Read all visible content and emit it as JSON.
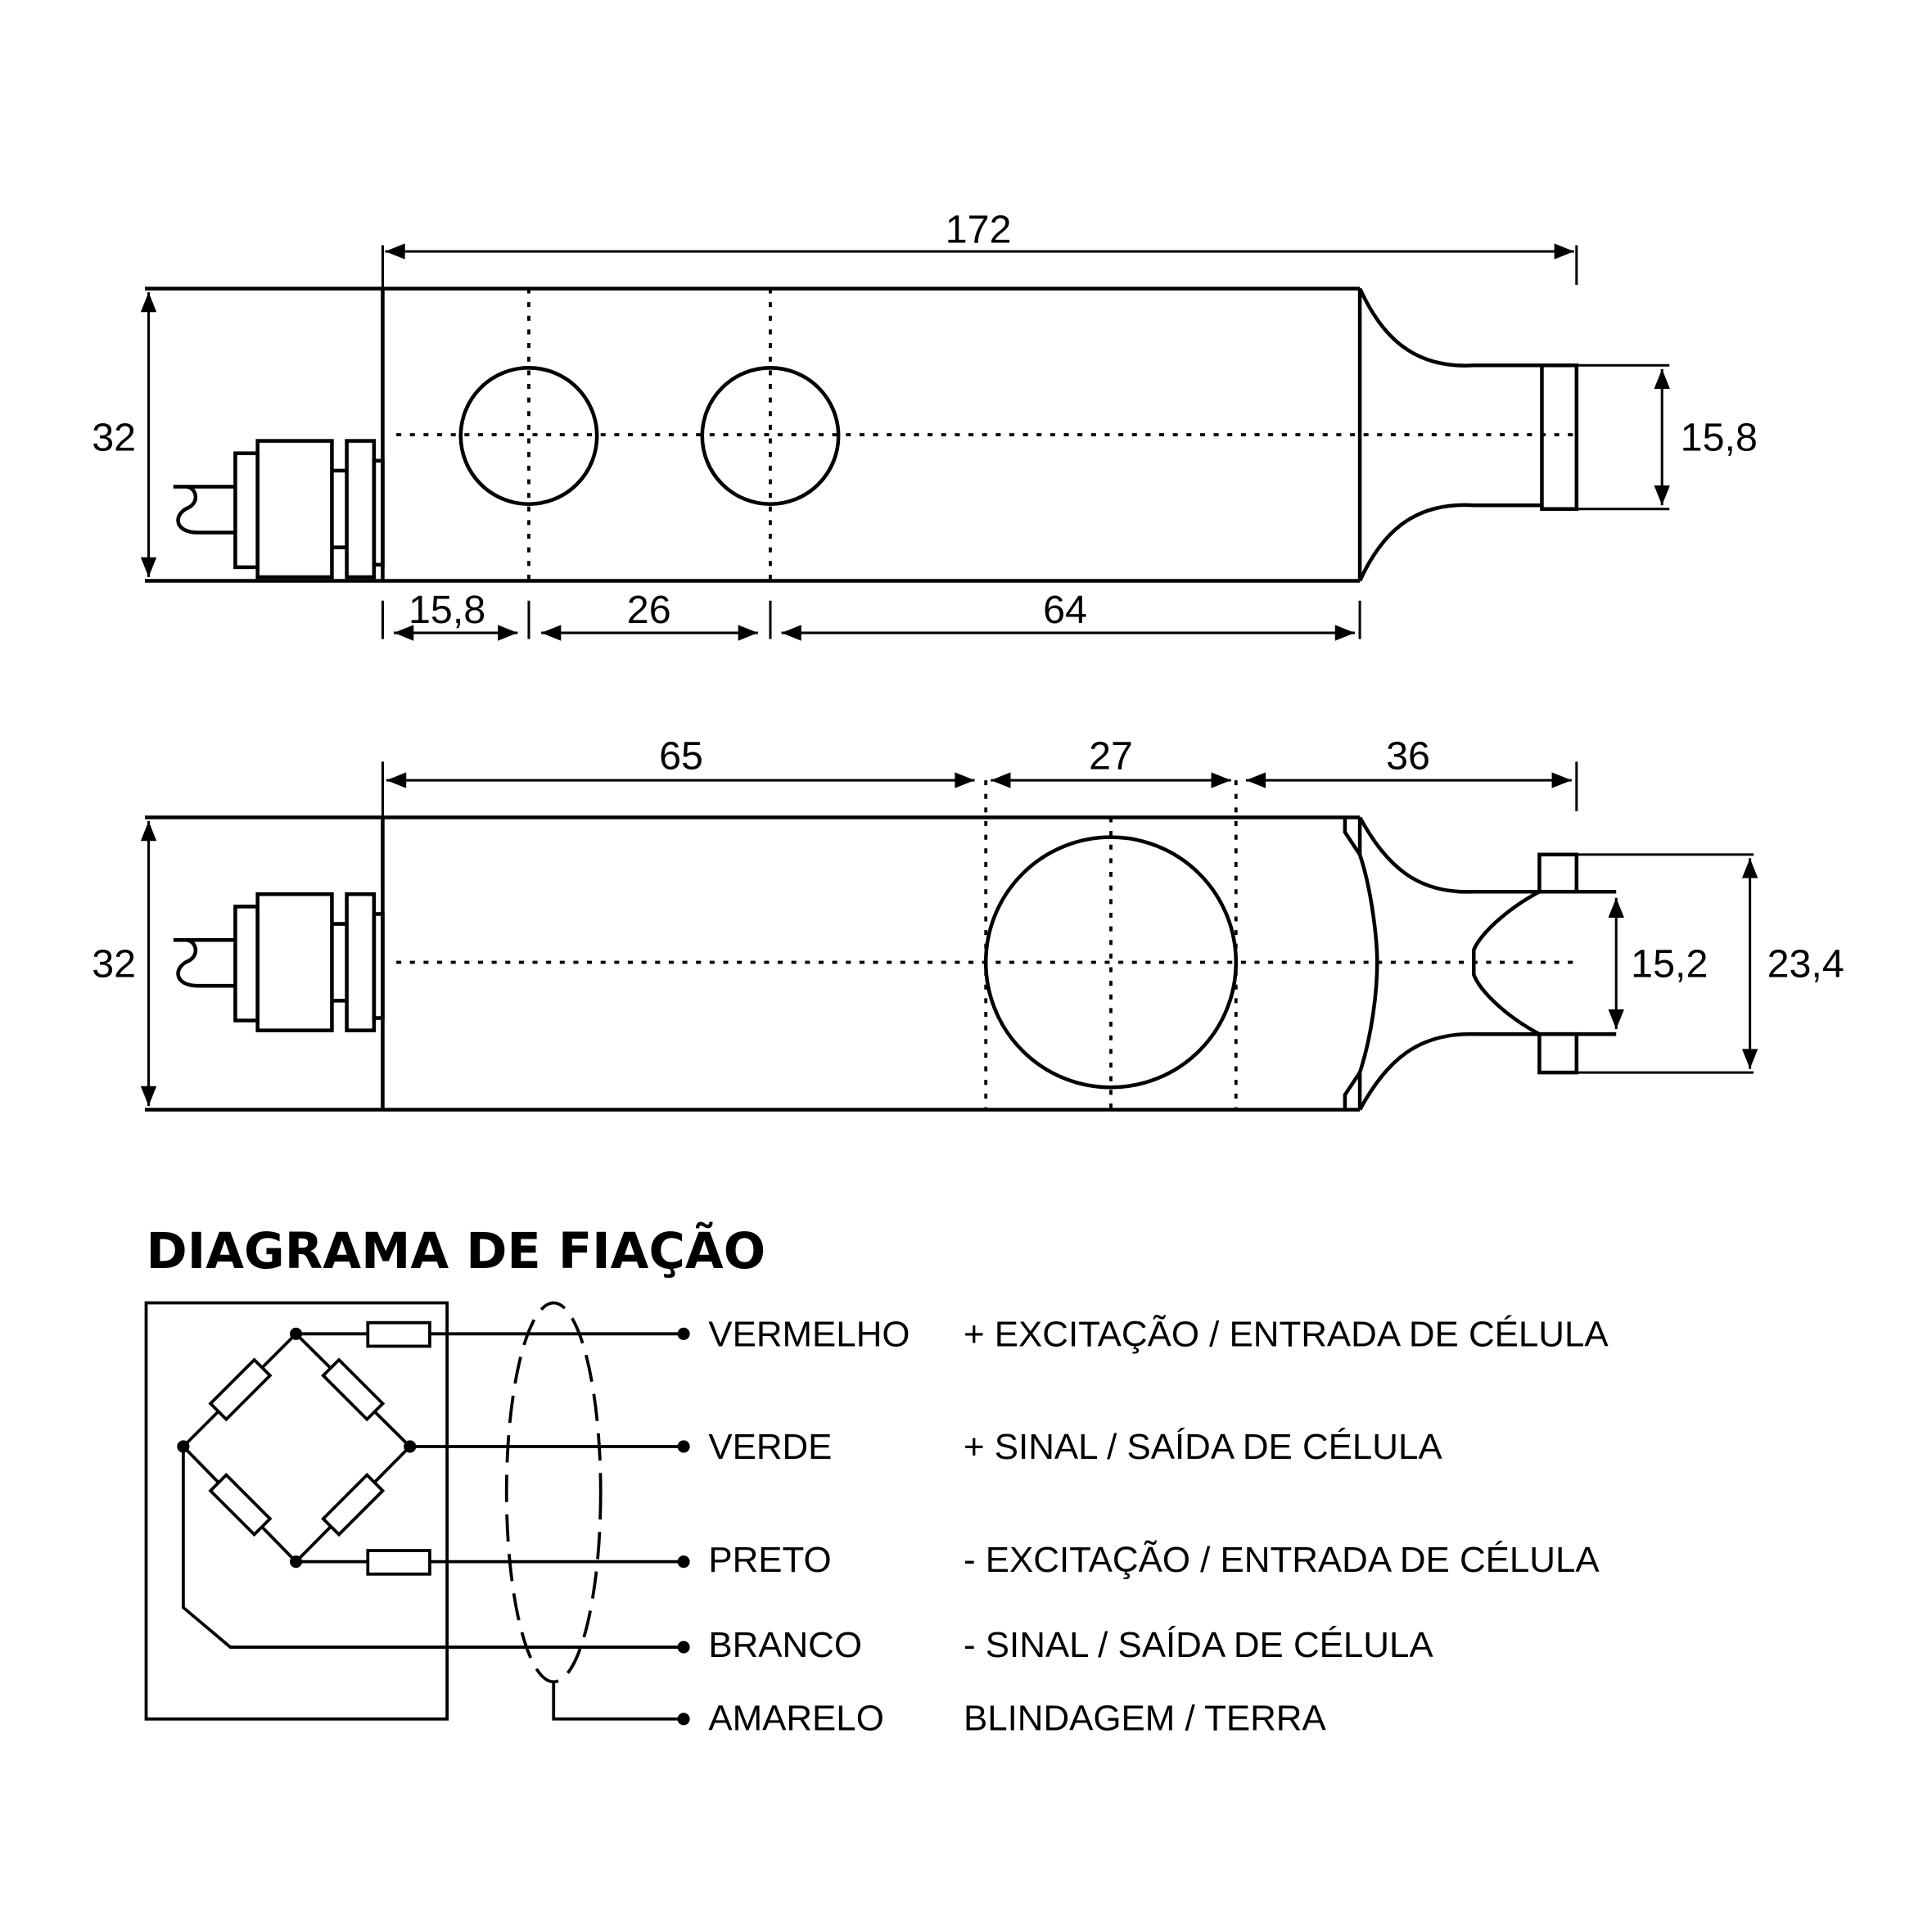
{
  "top_view": {
    "dims": {
      "overall_length": "172",
      "height": "32",
      "hole1_offset": "15,8",
      "hole_spacing": "26",
      "hole_to_end": "64",
      "tip_width": "15,8"
    }
  },
  "side_view": {
    "dims": {
      "length_to_hole": "65",
      "hole_diameter": "27",
      "hole_to_end": "36",
      "height": "32",
      "inner_width": "15,2",
      "outer_width": "23,4"
    }
  },
  "wiring": {
    "title": "DIAGRAMA DE FIAÇÃO",
    "wires": [
      {
        "color": "VERMELHO",
        "function": "+ EXCITAÇÃO / ENTRADA DE CÉLULA"
      },
      {
        "color": "VERDE",
        "function": "+ SINAL / SAÍDA DE CÉLULA"
      },
      {
        "color": "PRETO",
        "function": "- EXCITAÇÃO / ENTRADA DE CÉLULA"
      },
      {
        "color": "BRANCO",
        "function": "- SINAL / SAÍDA DE CÉLULA"
      },
      {
        "color": "AMARELO",
        "function": "BLINDAGEM / TERRA"
      }
    ]
  }
}
